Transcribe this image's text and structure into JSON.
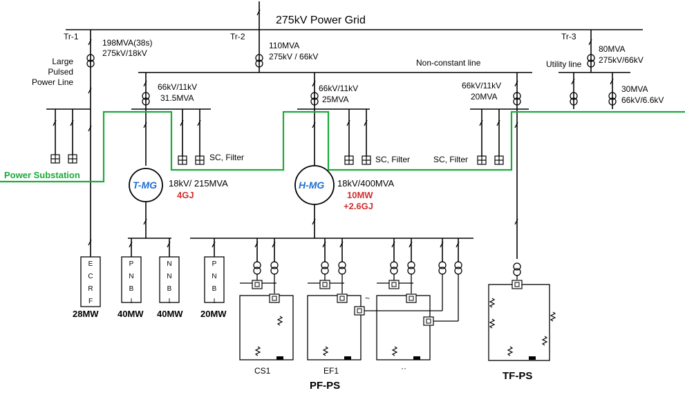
{
  "grid": {
    "title": "275kV  Power Grid"
  },
  "transformers": {
    "tr1": {
      "name": "Tr-1",
      "rating_a": "198MVA(38s)",
      "rating_b": "275kV/18kV"
    },
    "tr2": {
      "name": "Tr-2",
      "rating_a": "110MVA",
      "rating_b": "275kV / 66kV"
    },
    "tr3": {
      "name": "Tr-3",
      "rating_a": "80MVA",
      "rating_b": "275kV/66kV"
    }
  },
  "lines": {
    "large_pulsed": "Large\nPulsed\nPower Line",
    "non_constant": "Non-constant line",
    "utility": "Utility line",
    "power_substation": "Power Substation"
  },
  "sub_transformers": {
    "t_left": {
      "a": "66kV/11kV",
      "b": "31.5MVA"
    },
    "t_mid": {
      "a": "66kV/11kV",
      "b": "25MVA"
    },
    "t_right": {
      "a": "66kV/11kV",
      "b": "20MVA"
    },
    "t_util": {
      "a": "30MVA",
      "b": "66kV/6.6kV"
    }
  },
  "filters": {
    "sc_filter": "SC, Filter"
  },
  "generators": {
    "tmg": {
      "name": "T-MG",
      "rating": "18kV/ 215MVA",
      "energy": "4GJ"
    },
    "hmg": {
      "name": "H-MG",
      "rating": "18kV/400MVA",
      "energy_a": "10MW",
      "energy_b": "+2.6GJ"
    }
  },
  "loads": {
    "ecrf": {
      "letters": "ECRF",
      "power": "28MW"
    },
    "pnbi1": {
      "letters": "PNBI",
      "power": "40MW"
    },
    "nnbi": {
      "letters": "NNBI",
      "power": "40MW"
    },
    "pnbi2": {
      "letters": "PNBI",
      "power": "20MW"
    }
  },
  "pf_ps": {
    "title": "PF-PS",
    "coils": [
      "CS1",
      "EF1",
      "··"
    ],
    "tilde": "~"
  },
  "tf_ps": {
    "title": "TF-PS"
  }
}
